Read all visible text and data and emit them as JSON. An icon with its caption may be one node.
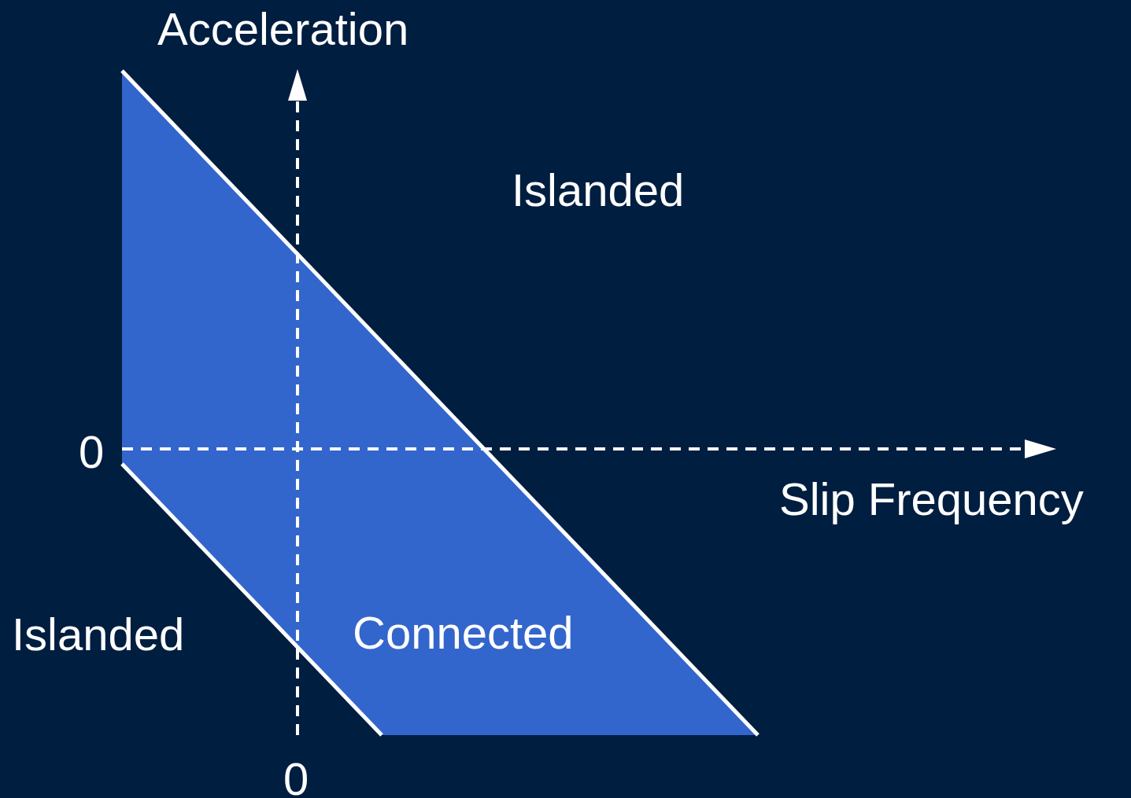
{
  "diagram": {
    "nodes": [
      {
        "text": [
          "Connected"
        ]
      }
    ],
    "labels": [
      "Acceleration",
      "Islanded",
      "0",
      "Slip Frequency",
      "Islanded",
      "0"
    ]
  }
}
